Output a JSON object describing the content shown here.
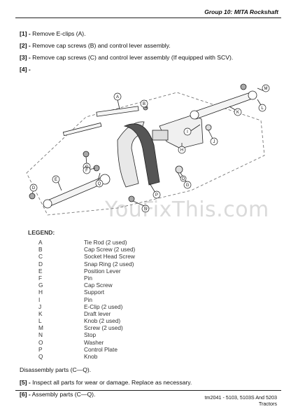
{
  "header": {
    "title": "Group 10: MITA Rockshaft"
  },
  "steps": [
    {
      "num": "[1] -",
      "text": " Remove E-clips (A)."
    },
    {
      "num": "[2] -",
      "text": " Remove cap screws (B) and control lever assembly."
    },
    {
      "num": "[3] -",
      "text": " Remove cap screws (C) and control lever assembly (If equipped with SCV)."
    },
    {
      "num": "[4] -",
      "text": ""
    }
  ],
  "diagram": {
    "callouts": [
      "A",
      "B",
      "C",
      "D",
      "E",
      "F",
      "G",
      "H",
      "I",
      "J",
      "K",
      "L",
      "M",
      "N",
      "O",
      "P",
      "Q"
    ]
  },
  "watermark": "YouFixThis.com",
  "legend": {
    "title": "LEGEND:",
    "items": [
      {
        "key": "A",
        "label": "Tie Rod (2 used)"
      },
      {
        "key": "B",
        "label": "Cap Screw (2 used)"
      },
      {
        "key": "C",
        "label": "Socket Head Screw"
      },
      {
        "key": "D",
        "label": "Snap Ring (2 used)"
      },
      {
        "key": "E",
        "label": "Position Lever"
      },
      {
        "key": "F",
        "label": "Pin"
      },
      {
        "key": "G",
        "label": "Cap Screw"
      },
      {
        "key": "H",
        "label": "Support"
      },
      {
        "key": "I",
        "label": "Pin"
      },
      {
        "key": "J",
        "label": "E-Clip (2 used)"
      },
      {
        "key": "K",
        "label": "Draft lever"
      },
      {
        "key": "L",
        "label": "Knob (2 used)"
      },
      {
        "key": "M",
        "label": "Screw (2 used)"
      },
      {
        "key": "N",
        "label": "Stop"
      },
      {
        "key": "O",
        "label": "Washer"
      },
      {
        "key": "P",
        "label": "Control Plate"
      },
      {
        "key": "Q",
        "label": "Knob"
      }
    ]
  },
  "after_text": "Disassembly parts (C—Q).",
  "after_steps": [
    {
      "num": "[5] -",
      "text": " Inspect all parts for wear or damage. Replace as necessary."
    },
    {
      "num": "[6] -",
      "text": " Assembly parts (C—Q)."
    }
  ],
  "footer": {
    "line1": "tm2041 - 5103, 5103S And 5203",
    "line2": "Tractors"
  }
}
